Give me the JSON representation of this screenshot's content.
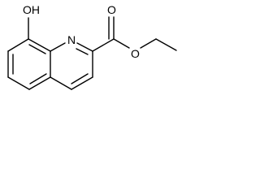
{
  "molecule": {
    "atom_labels": {
      "hydroxyl": "OH",
      "ring_nitrogen": "N",
      "carbonyl_oxygen": "O",
      "ester_oxygen": "O"
    },
    "colors": {
      "bond": "#000000",
      "label": "#000000",
      "background": "#ffffff"
    }
  }
}
